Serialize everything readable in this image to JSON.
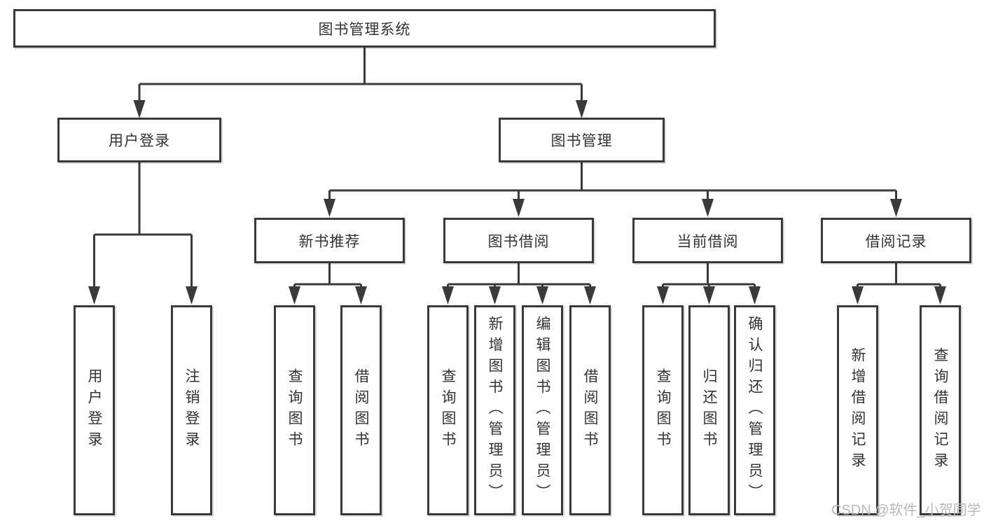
{
  "diagram": {
    "root": "图书管理系统",
    "level2": {
      "user_login": "用户登录",
      "book_mgmt": "图书管理"
    },
    "level3": {
      "new_books": "新书推荐",
      "borrow": "图书借阅",
      "current": "当前借阅",
      "records": "借阅记录"
    },
    "leaves": {
      "user_login": "用户登录",
      "logout": "注销登录",
      "query_books_a": "查询图书",
      "borrow_books_a": "借阅图书",
      "query_books_b": "查询图书",
      "add_books_admin": "新增图书（管理员）",
      "edit_books_admin": "编辑图书（管理员）",
      "borrow_books_b": "借阅图书",
      "query_books_c": "查询图书",
      "return_books": "归还图书",
      "confirm_return_admin": "确认归还（管理员）",
      "add_borrow_record": "新增借阅记录",
      "query_borrow_record": "查询借阅记录"
    },
    "watermark": "CSDN @软件_小贺同学",
    "colors": {
      "line": "#3a3a3a",
      "text": "#333333",
      "watermark": "#b9b9b9",
      "background": "#ffffff"
    }
  }
}
